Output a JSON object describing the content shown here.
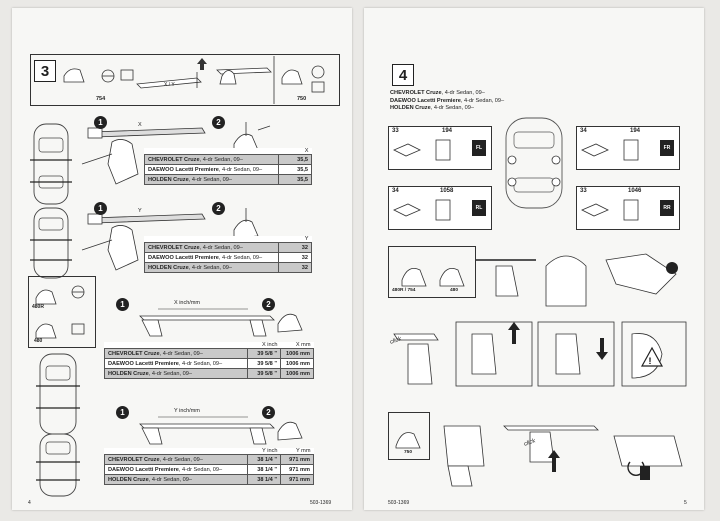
{
  "left_page": {
    "step": "3",
    "footer_page": "4",
    "footer_code": "503-1369",
    "header_parts": {
      "p1": "754",
      "p2": "750"
    },
    "header_xy": "X / Y",
    "kit_labels": {
      "a": "480R",
      "b": "480"
    },
    "tables": [
      {
        "col1": "X",
        "col2": "",
        "rows": [
          {
            "model": "CHEVROLET Cruze",
            "variant": ", 4-dr Sedan, 09–",
            "v1": "35,5",
            "v2": ""
          },
          {
            "model": "DAEWOO Lacetti Premiere",
            "variant": ", 4-dr Sedan, 09–",
            "v1": "35,5",
            "v2": ""
          },
          {
            "model": "HOLDEN Cruze",
            "variant": ", 4-dr Sedan, 09–",
            "v1": "35,5",
            "v2": ""
          }
        ]
      },
      {
        "col1": "Y",
        "col2": "",
        "rows": [
          {
            "model": "CHEVROLET Cruze",
            "variant": ", 4-dr Sedan, 09–",
            "v1": "32",
            "v2": ""
          },
          {
            "model": "DAEWOO Lacetti Premiere",
            "variant": ", 4-dr Sedan, 09–",
            "v1": "32",
            "v2": ""
          },
          {
            "model": "HOLDEN Cruze",
            "variant": ", 4-dr Sedan, 09–",
            "v1": "32",
            "v2": ""
          }
        ]
      },
      {
        "col1": "X inch",
        "col2": "X mm",
        "rows": [
          {
            "model": "CHEVROLET Cruze",
            "variant": ", 4-dr Sedan, 09–",
            "v1": "39 5/8 \"",
            "v2": "1006 mm"
          },
          {
            "model": "DAEWOO Lacetti Premiere",
            "variant": ", 4-dr Sedan, 09–",
            "v1": "39 5/8 \"",
            "v2": "1006 mm"
          },
          {
            "model": "HOLDEN Cruze",
            "variant": ", 4-dr Sedan, 09–",
            "v1": "39 5/8 \"",
            "v2": "1006 mm"
          }
        ]
      },
      {
        "col1": "Y inch",
        "col2": "Y mm",
        "rows": [
          {
            "model": "CHEVROLET Cruze",
            "variant": ", 4-dr Sedan, 09–",
            "v1": "38 1/4 \"",
            "v2": "971 mm"
          },
          {
            "model": "DAEWOO Lacetti Premiere",
            "variant": ", 4-dr Sedan, 09–",
            "v1": "38 1/4 \"",
            "v2": "971 mm"
          },
          {
            "model": "HOLDEN Cruze",
            "variant": ", 4-dr Sedan, 09–",
            "v1": "38 1/4 \"",
            "v2": "971 mm"
          }
        ]
      }
    ],
    "dim_labels": {
      "x": "X",
      "y": "Y",
      "x_inch": "X inch/mm",
      "y_inch": "Y inch/mm"
    },
    "sub_steps": {
      "one": "1",
      "two": "2"
    }
  },
  "right_page": {
    "step": "4",
    "footer_page": "5",
    "footer_code": "503-1369",
    "vehicles": [
      {
        "model": "CHEVROLET Cruze",
        "variant": ", 4-dr Sedan, 09–"
      },
      {
        "model": "DAEWOO Lacetti Premiere",
        "variant": ", 4-dr Sedan, 09–"
      },
      {
        "model": "HOLDEN Cruze",
        "variant": ", 4-dr Sedan, 09–"
      }
    ],
    "pads": {
      "fl": {
        "a": "33",
        "b": "194",
        "tag": "FL"
      },
      "fr": {
        "a": "34",
        "b": "194",
        "tag": "FR"
      },
      "rl": {
        "a": "34",
        "b": "1058",
        "tag": "RL"
      },
      "rr": {
        "a": "33",
        "b": "1046",
        "tag": "RR"
      }
    },
    "foot_labels": {
      "a": "480R / 754",
      "b": "480",
      "c": "750"
    },
    "click": "click"
  }
}
